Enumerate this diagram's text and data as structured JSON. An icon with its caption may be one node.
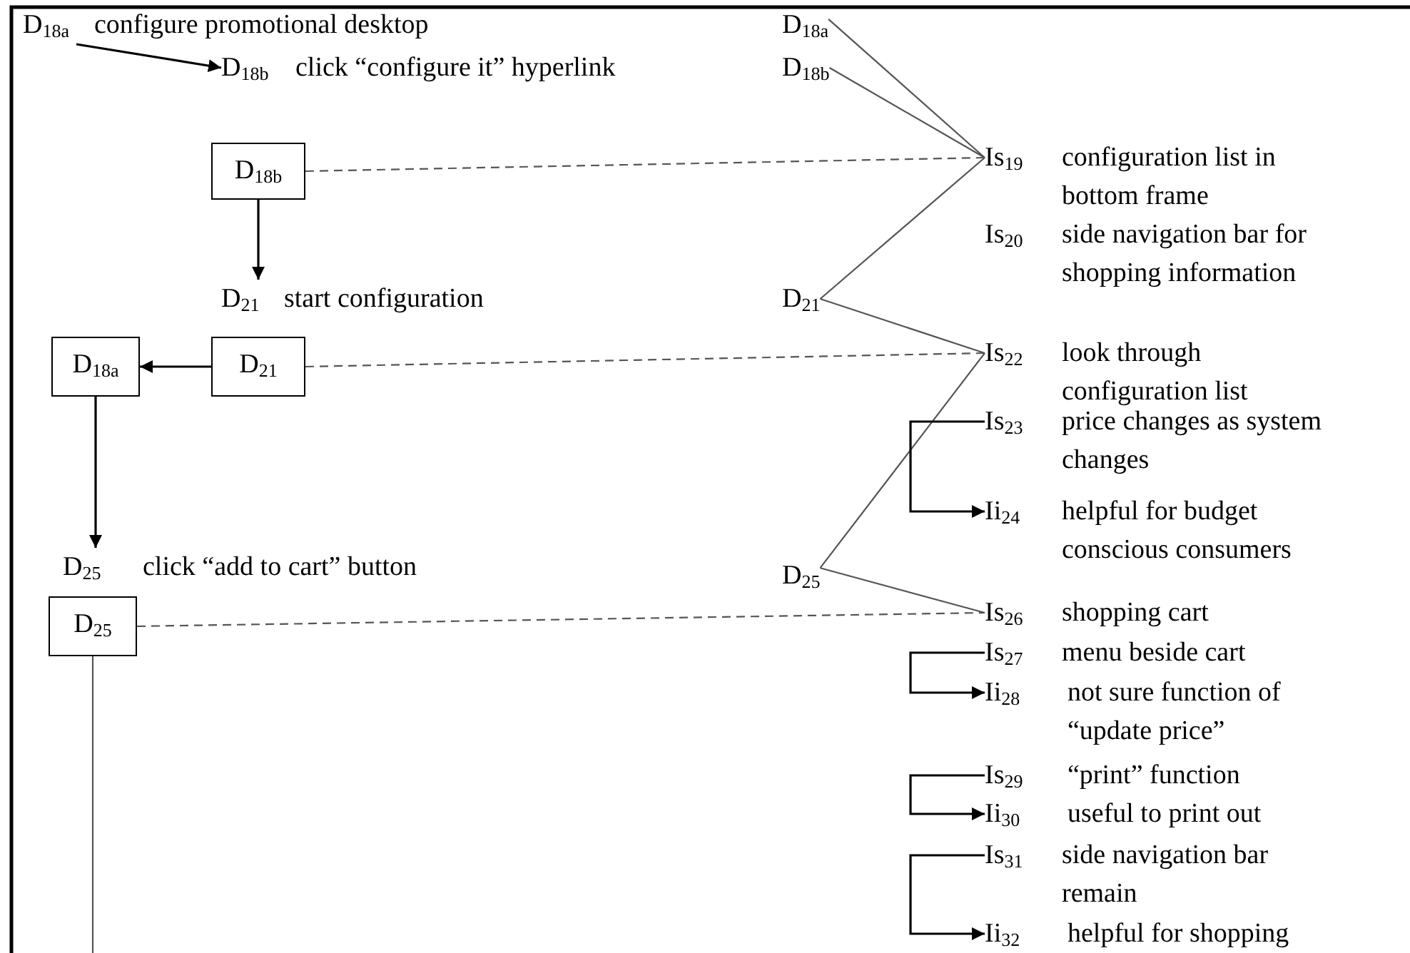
{
  "diagram": {
    "nodes": [
      {
        "text": [
          "D$_{18a}$",
          "configure promotional desktop"
        ]
      },
      {
        "text": [
          "D$_{18a}$"
        ]
      },
      {
        "text": [
          "D$_{18b}$",
          "click “configure it” hyperlink"
        ]
      },
      {
        "text": [
          "D$_{18b}$"
        ]
      },
      {
        "text": [
          "D$_{18b}$"
        ]
      },
      {
        "text": [
          "Is$_{19}$",
          "configuration list in bottom frame"
        ]
      },
      {
        "text": [
          "Is$_{20}$",
          "side navigation bar for shopping information"
        ]
      },
      {
        "text": [
          "D$_{21}$",
          "start configuration"
        ]
      },
      {
        "text": [
          "D$_{21}$"
        ]
      },
      {
        "text": [
          "D$_{18a}$"
        ]
      },
      {
        "text": [
          "D$_{21}$"
        ]
      },
      {
        "text": [
          "Is$_{22}$",
          "look through configuration list"
        ]
      },
      {
        "text": [
          "Is$_{23}$",
          "price changes as system changes"
        ]
      },
      {
        "text": [
          "Ii$_{24}$",
          "helpful for budget conscious consumers"
        ]
      },
      {
        "text": [
          "D$_{25}$",
          "click “add to cart” button"
        ]
      },
      {
        "text": [
          "D$_{25}$"
        ]
      },
      {
        "text": [
          "D$_{25}$"
        ]
      },
      {
        "text": [
          "Is$_{26}$",
          "shopping cart"
        ]
      },
      {
        "text": [
          "Is$_{27}$",
          "menu beside cart"
        ]
      },
      {
        "text": [
          "Ii$_{28}$",
          "not sure function of “update price”"
        ]
      },
      {
        "text": [
          "Is$_{29}$",
          "“print” function"
        ]
      },
      {
        "text": [
          "Ii$_{30}$",
          "useful to print out"
        ]
      },
      {
        "text": [
          "Is$_{31}$",
          "side navigation bar remain"
        ]
      },
      {
        "text": [
          "Ii$_{32}$",
          "helpful for shopping"
        ]
      }
    ],
    "edges": [
      {
        "from": 0,
        "to": 2,
        "arrow": "to"
      },
      {
        "from": 1,
        "to": 5,
        "arrow": "none"
      },
      {
        "from": 3,
        "to": 5,
        "arrow": "none"
      },
      {
        "from": 4,
        "to": 5,
        "arrow": "none",
        "style": "dashed"
      },
      {
        "from": 4,
        "to": 7,
        "arrow": "to"
      },
      {
        "from": 5,
        "to": 8,
        "arrow": "none"
      },
      {
        "from": 8,
        "to": 11,
        "arrow": "none"
      },
      {
        "from": 10,
        "to": 11,
        "arrow": "none",
        "style": "dashed"
      },
      {
        "from": 10,
        "to": 9,
        "arrow": "to"
      },
      {
        "from": 9,
        "to": 14,
        "arrow": "to"
      },
      {
        "from": 11,
        "to": 15,
        "arrow": "none"
      },
      {
        "from": 15,
        "to": 17,
        "arrow": "none"
      },
      {
        "from": 16,
        "to": 17,
        "arrow": "none",
        "style": "dashed"
      },
      {
        "from": 16,
        "to": null,
        "arrow": "none"
      },
      {
        "from": 12,
        "to": 13,
        "arrow": "to"
      },
      {
        "from": 18,
        "to": 19,
        "arrow": "to"
      },
      {
        "from": 20,
        "to": 21,
        "arrow": "to"
      },
      {
        "from": 22,
        "to": 23,
        "arrow": "to"
      }
    ]
  }
}
